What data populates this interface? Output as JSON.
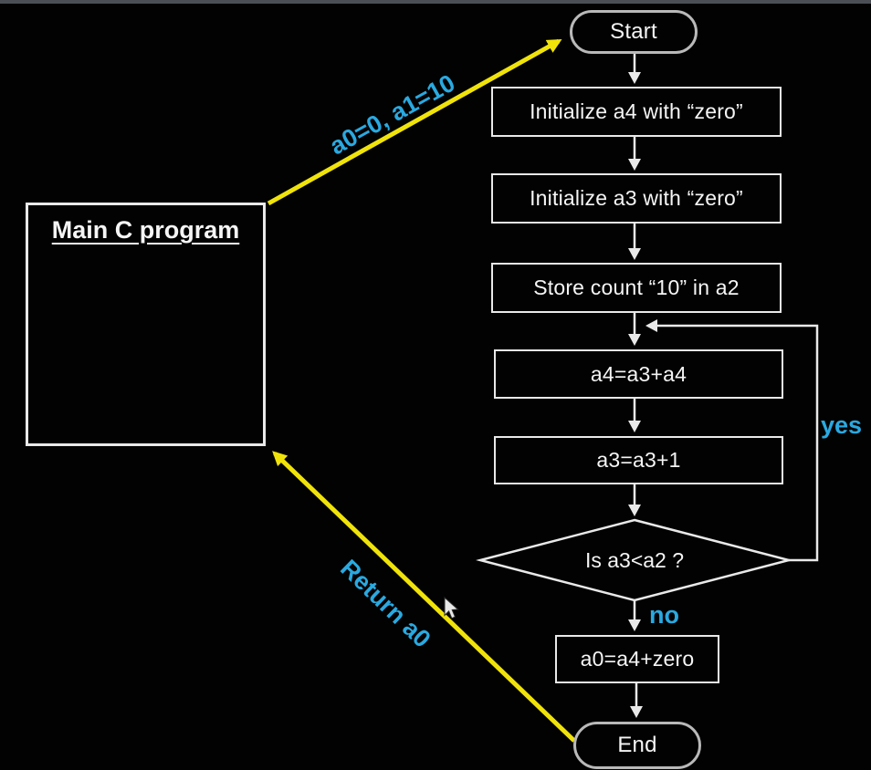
{
  "colors": {
    "background": "#020202",
    "top_bar": "#4b4f55",
    "box_border": "#e9e9e9",
    "terminal_border": "#b9b9b9",
    "text": "#f5f5f5",
    "accent_blue": "#2aa9e0",
    "accent_yellow": "#f0e30a"
  },
  "flowchart": {
    "start_label": "Start",
    "steps": [
      "Initialize a4 with “zero”",
      "Initialize a3 with “zero”",
      "Store count “10” in a2",
      "a4=a3+a4",
      "a3=a3+1"
    ],
    "decision_label": "Is a3<a2 ?",
    "yes_label": "yes",
    "no_label": "no",
    "result_label": "a0=a4+zero",
    "end_label": "End"
  },
  "main_program": {
    "title": "Main C program"
  },
  "edge_labels": {
    "call": "a0=0, a1=10",
    "return": "Return a0"
  }
}
